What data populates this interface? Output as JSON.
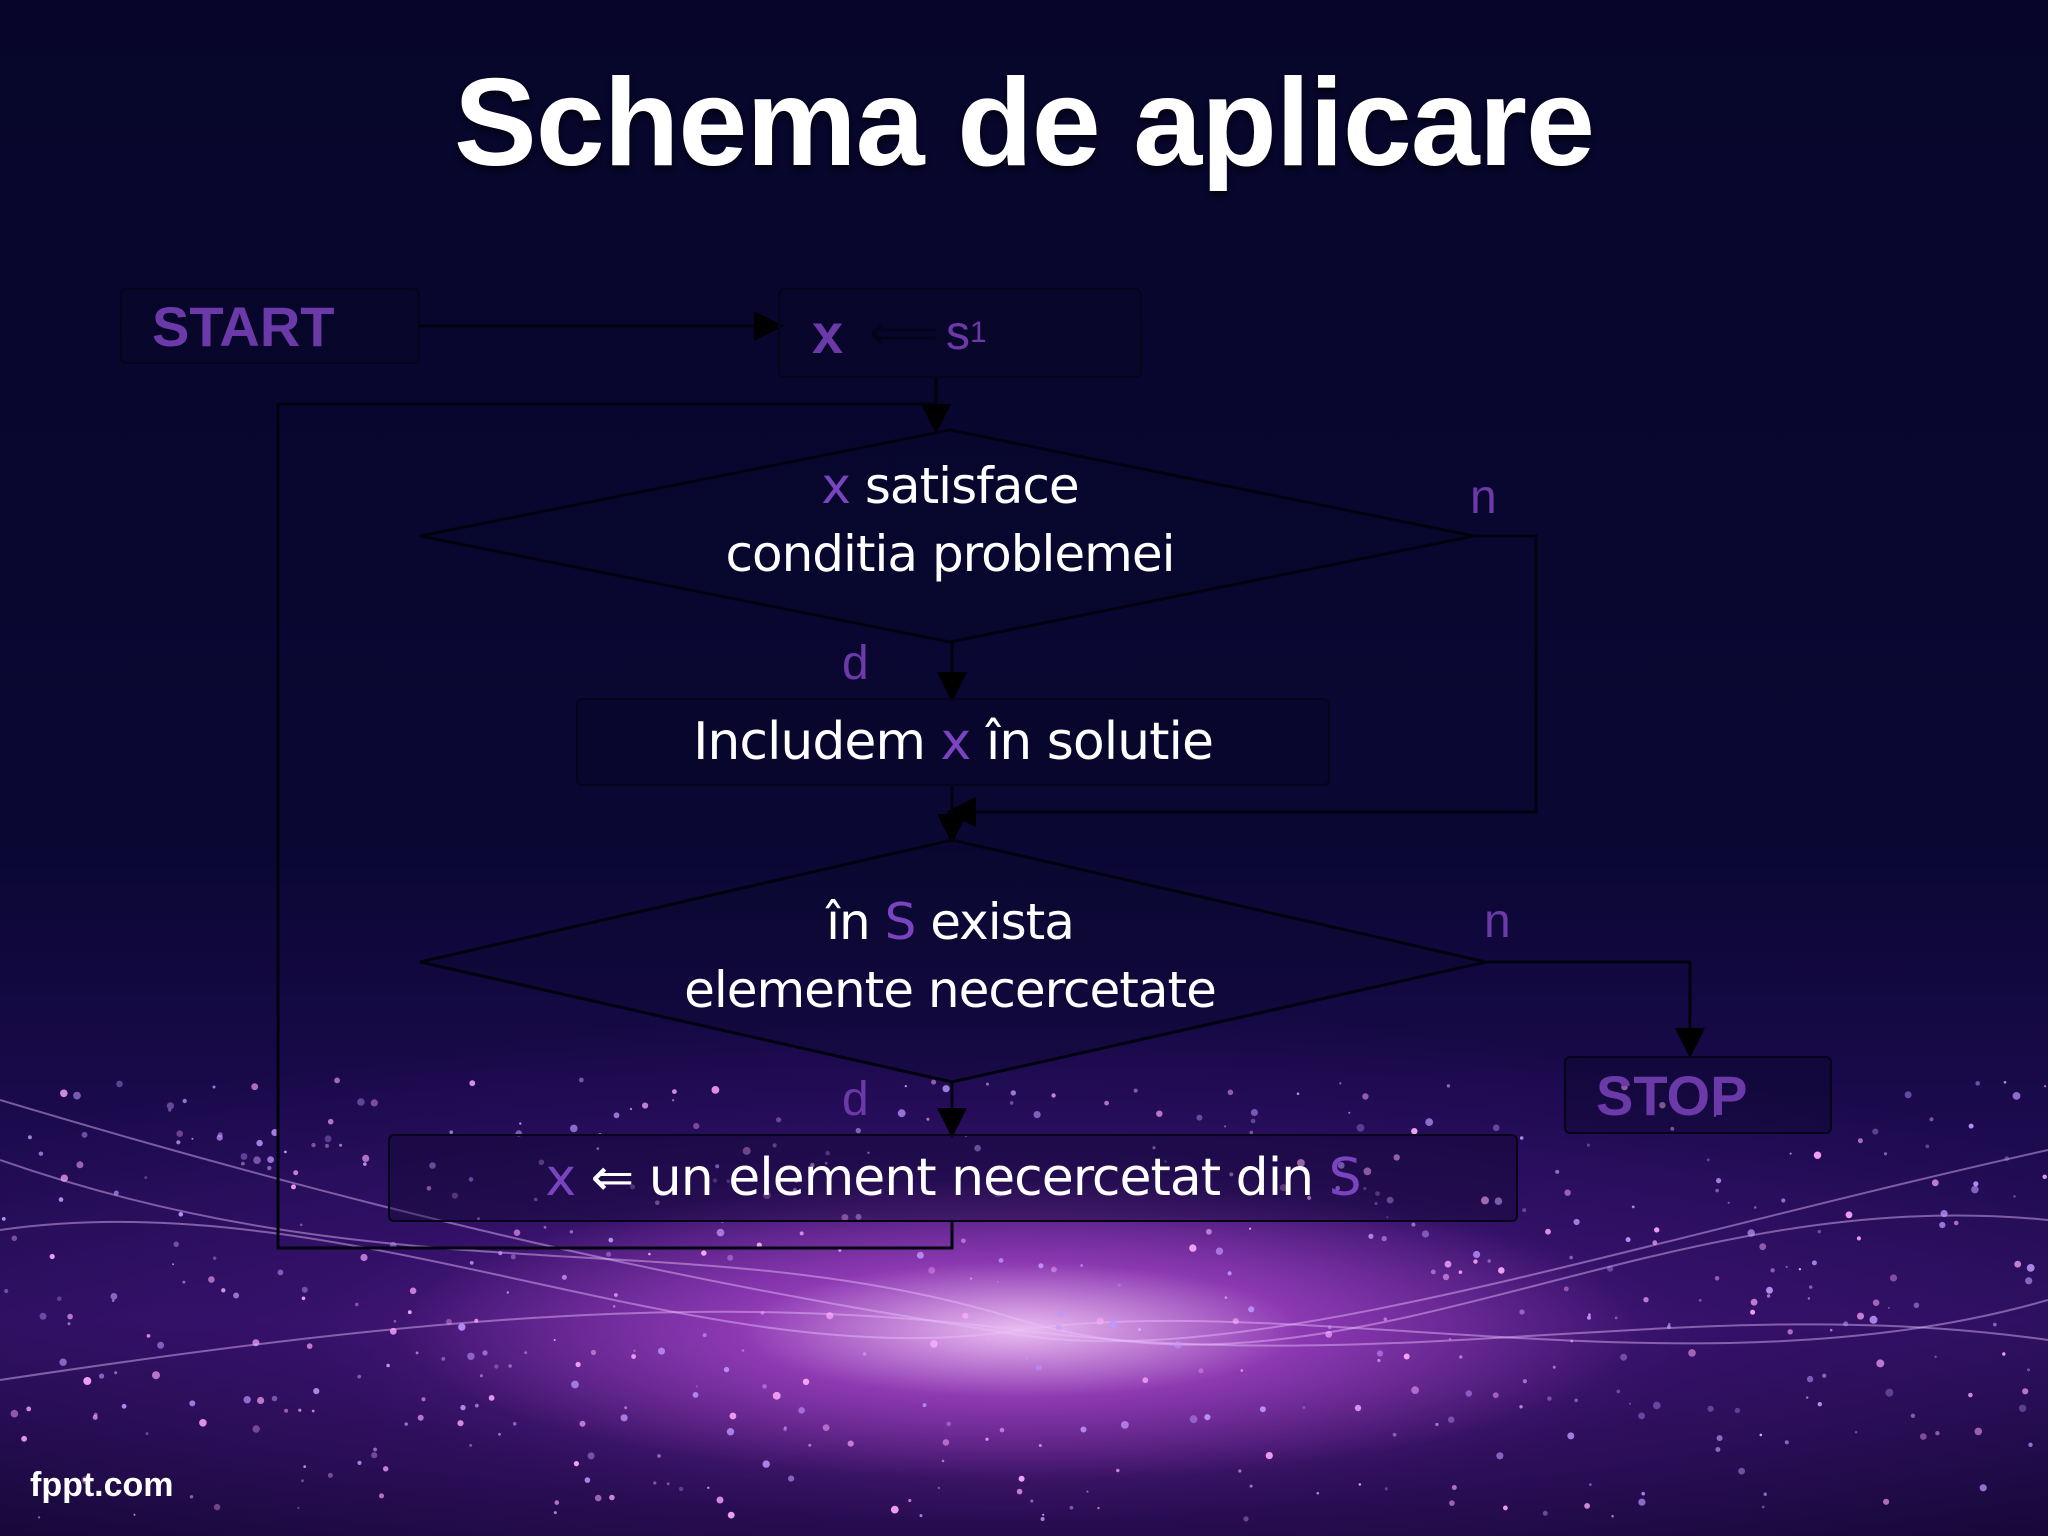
{
  "title": "Schema de aplicare",
  "nodes": {
    "start": "START",
    "init": {
      "var": "x",
      "arrow": "⟸",
      "set": "s",
      "sub": "1"
    },
    "cond1": {
      "var": "x",
      "line1_rest": " satisface",
      "line2": "conditia problemei"
    },
    "include": {
      "before": "Includem ",
      "var": "x",
      "after": " în solutie"
    },
    "cond2": {
      "pre": "în ",
      "set": "S",
      "post": " exista",
      "line2": "elemente necercetate"
    },
    "next": {
      "var": "x",
      "arrow": " ⇐ ",
      "middle": "un element necercetat din ",
      "set": "S"
    },
    "stop": "STOP"
  },
  "edge_labels": {
    "cond1_no": "n",
    "cond1_yes": "d",
    "cond2_no": "n",
    "cond2_yes": "d"
  },
  "watermark": "fppt.com",
  "colors": {
    "accent": "#6c3aa8",
    "text": "#ffffff",
    "background": "#07062a"
  }
}
